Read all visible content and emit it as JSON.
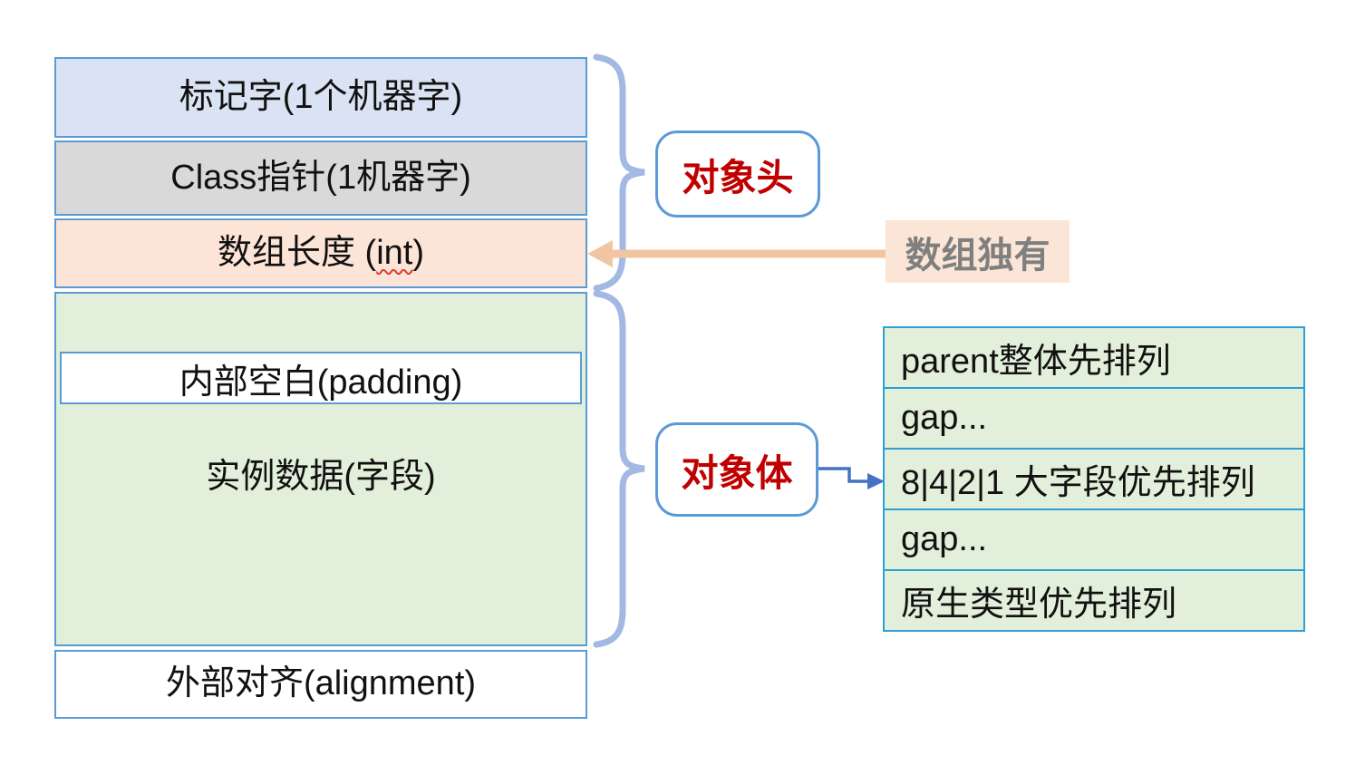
{
  "memory_layout": {
    "mark_word": "标记字(1个机器字)",
    "class_pointer": "Class指针(1机器字)",
    "array_length_prefix": "数组长度 (",
    "array_length_highlight": "int",
    "array_length_suffix": ")",
    "padding": "内部空白(padding)",
    "instance_data": "实例数据(字段)",
    "alignment": "外部对齐(alignment)"
  },
  "callouts": {
    "object_header": "对象头",
    "object_body": "对象体",
    "array_only": "数组独有"
  },
  "field_order_table": {
    "rows": [
      "parent整体先排列",
      "gap...",
      "8|4|2|1 大字段优先排列",
      "gap...",
      "原生类型优先排列"
    ]
  },
  "colors": {
    "box_border": "#5b9bd5",
    "mark_word_bg": "#dae3f3",
    "class_pointer_bg": "#d9d9d9",
    "array_length_bg": "#fce4d6",
    "object_body_bg": "#e2efda",
    "alignment_bg": "#ffffff",
    "table_border": "#2da0d8",
    "table_row_bg": "#e2efda",
    "callout_text": "#c00000",
    "array_only_text": "#7f7f7f",
    "array_only_bg": "#fbe5d6",
    "orange_arrow": "#f2c5a2",
    "blue_arrow": "#4472c4",
    "brace": "#a3b8e2",
    "wavy_underline": "#e0392f"
  }
}
